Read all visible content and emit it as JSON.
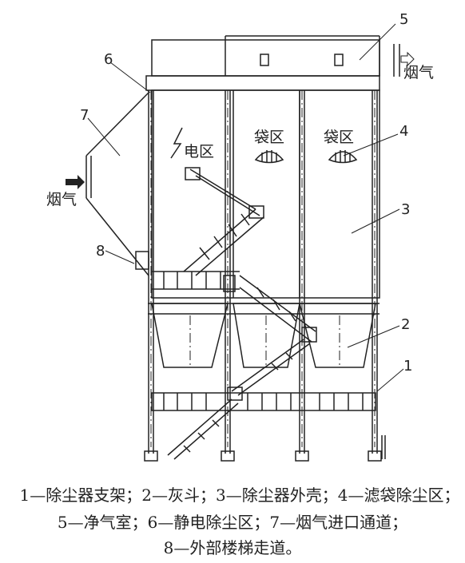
{
  "labels": {
    "n1": "1",
    "n2": "2",
    "n3": "3",
    "n4": "4",
    "n5": "5",
    "n6": "6",
    "n7": "7",
    "n8": "8"
  },
  "text": {
    "flue_in": "烟气",
    "flue_out": "烟气",
    "electric_zone": "电区",
    "bag_zone_1": "袋区",
    "bag_zone_2": "袋区"
  },
  "caption": {
    "line1": "1—除尘器支架；2—灰斗；3—除尘器外壳；4—滤袋除尘区；",
    "line2": "5—净气室；6—静电除尘区；7—烟气进口通道；",
    "line3": "8—外部楼梯走道。"
  }
}
